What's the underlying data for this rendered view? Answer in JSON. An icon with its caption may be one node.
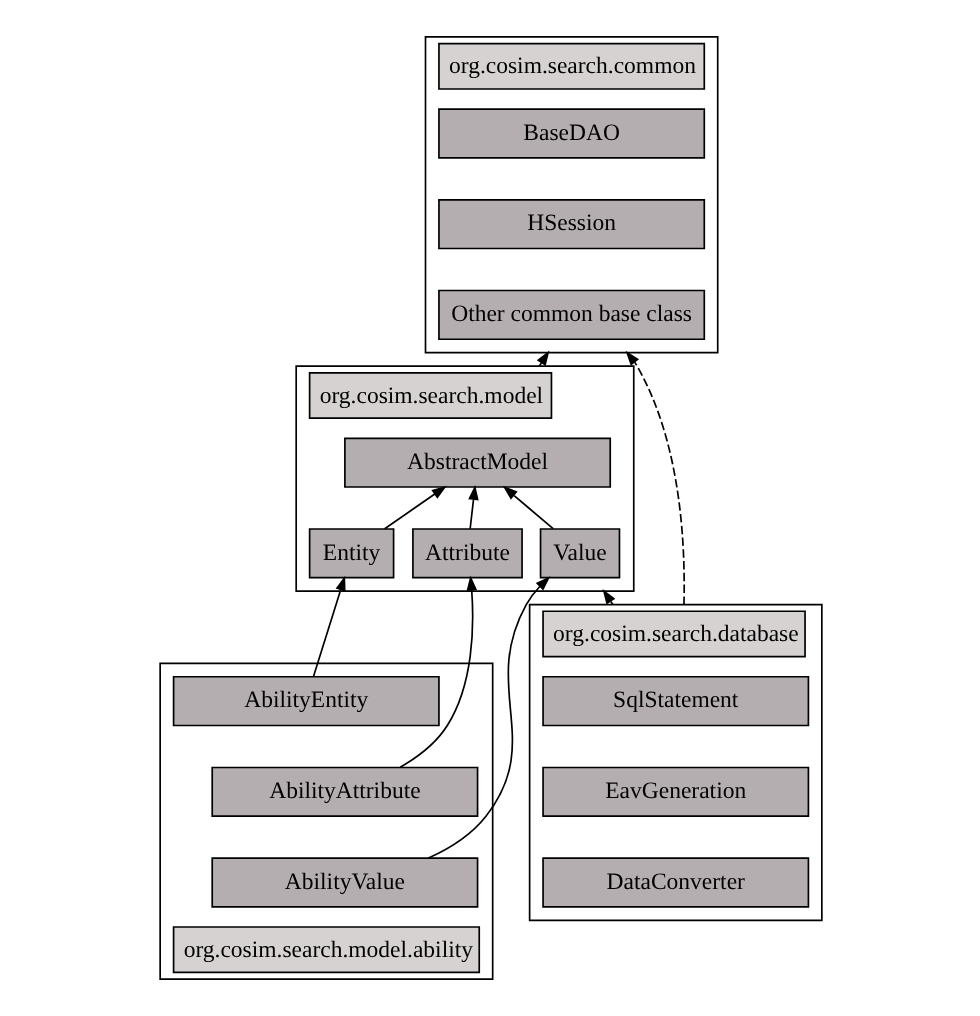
{
  "diagram": {
    "nodes": [
      {
        "text": [
          "org.cosim.search.common"
        ]
      },
      {
        "text": [
          "BaseDAO"
        ],
        "in": 0
      },
      {
        "text": [
          "HSession"
        ],
        "in": 0
      },
      {
        "text": [
          "Other common base class"
        ],
        "in": 0
      },
      {
        "text": [
          "org.cosim.search.database"
        ]
      },
      {
        "text": [
          "SqlStatement"
        ],
        "in": 4
      },
      {
        "text": [
          "EavGeneration"
        ],
        "in": 4
      },
      {
        "text": [
          "DataConverter"
        ],
        "in": 4
      },
      {
        "text": [
          "org.cosim.search.model"
        ]
      },
      {
        "text": [
          "AbstractModel"
        ],
        "in": 8
      },
      {
        "text": [
          "Entity"
        ],
        "in": 8
      },
      {
        "text": [
          "Attribute"
        ],
        "in": 8
      },
      {
        "text": [
          "Value"
        ],
        "in": 8
      },
      {
        "text": [
          "org.cosim.search.model.ability"
        ]
      },
      {
        "text": [
          "AbilityEntity"
        ],
        "in": 13
      },
      {
        "text": [
          "AbilityAttribute"
        ],
        "in": 13
      },
      {
        "text": [
          "AbilityValue"
        ],
        "in": 13
      }
    ],
    "edges": [
      {
        "from": 4,
        "to": 0,
        "arrow": "to",
        "style": "dashed"
      },
      {
        "from": 8,
        "to": 0,
        "arrow": "to",
        "style": "dashed"
      },
      {
        "from": 4,
        "to": 8,
        "arrow": "to",
        "style": "dashed"
      },
      {
        "from": 10,
        "to": 9,
        "arrow": "to"
      },
      {
        "from": 11,
        "to": 9,
        "arrow": "to"
      },
      {
        "from": 12,
        "to": 9,
        "arrow": "to"
      },
      {
        "from": 14,
        "to": 10,
        "arrow": "to"
      },
      {
        "from": 15,
        "to": 11,
        "arrow": "to"
      },
      {
        "from": 16,
        "to": 12,
        "arrow": "to"
      }
    ]
  }
}
